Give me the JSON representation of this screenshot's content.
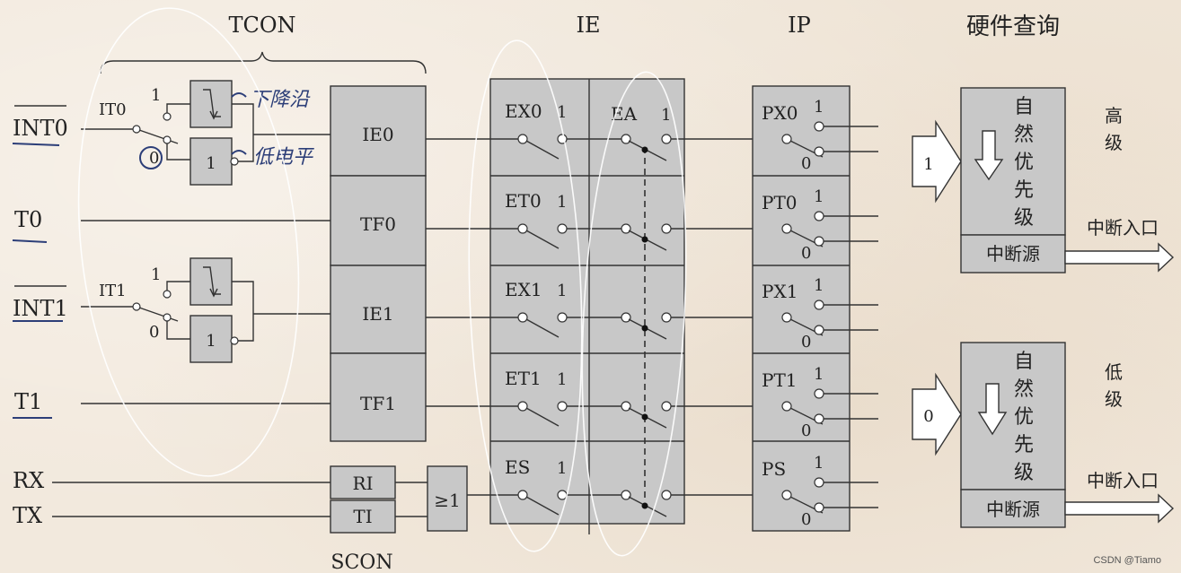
{
  "headers": {
    "tcon": "TCON",
    "ie": "IE",
    "ip": "IP",
    "hw": "硬件查询",
    "scon": "SCON"
  },
  "inputs": {
    "int0": "INT0",
    "t0": "T0",
    "int1": "INT1",
    "t1": "T1",
    "rx": "RX",
    "tx": "TX"
  },
  "tcon": {
    "it0": "IT0",
    "it1": "IT1",
    "one": "1",
    "zero": "0",
    "flags": [
      "IE0",
      "TF0",
      "IE1",
      "TF1"
    ]
  },
  "scon": {
    "ri": "RI",
    "ti": "TI",
    "or_gate": "≥1"
  },
  "ie": {
    "bits": [
      "EX0",
      "ET0",
      "EX1",
      "ET1",
      "ES"
    ],
    "ea": "EA",
    "one": "1"
  },
  "ip": {
    "bits": [
      "PX0",
      "PT0",
      "PX1",
      "PT1",
      "PS"
    ],
    "one": "1",
    "zero": "0"
  },
  "hw": {
    "high": {
      "arrow": "1",
      "label": "自然优先级",
      "source": "中断源",
      "level": "高级",
      "entry": "中断入口"
    },
    "low": {
      "arrow": "0",
      "label": "自然优先级",
      "source": "中断源",
      "level": "低级",
      "entry": "中断入口"
    }
  },
  "annotations": {
    "note_falling": "下降沿",
    "note_level": "低电平"
  },
  "watermark": "CSDN @Tiamo"
}
